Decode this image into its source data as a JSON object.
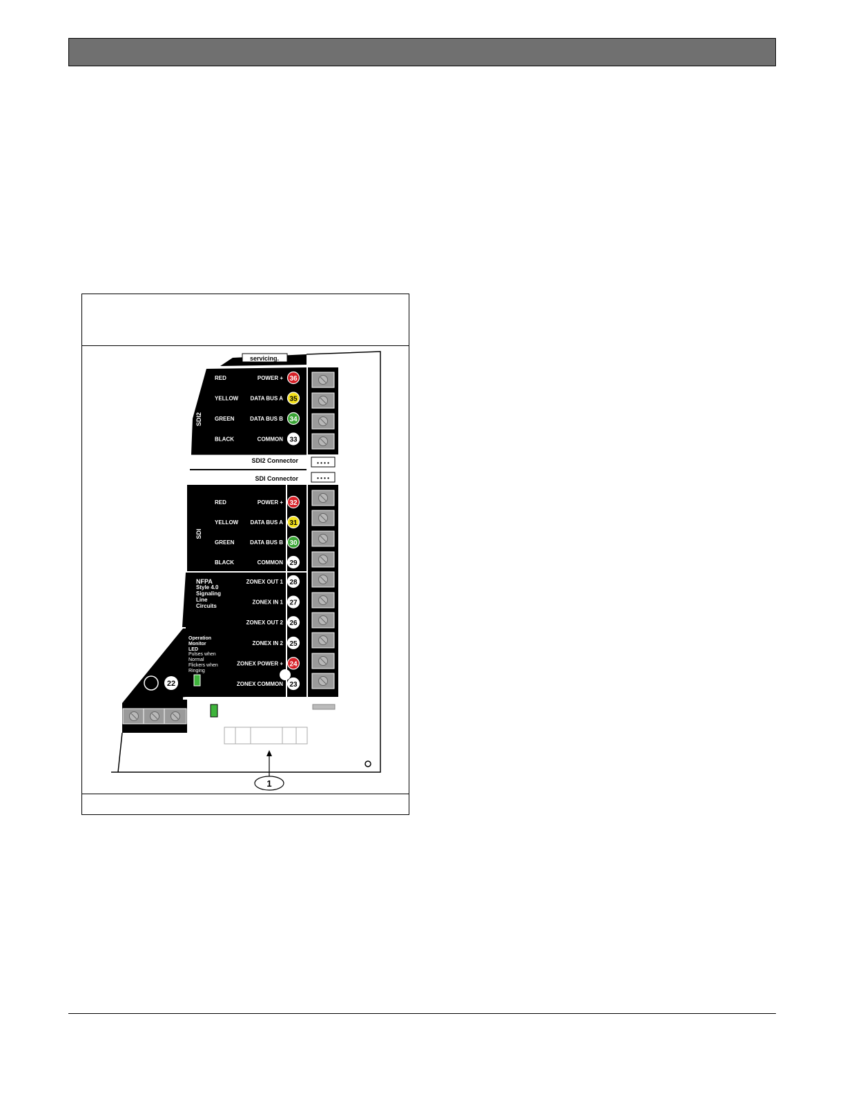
{
  "warning_strip": "servicing.",
  "sdi2": {
    "label": "SDI2",
    "rows": [
      {
        "wire": "RED",
        "signal": "POWER +",
        "terminal": "36",
        "color": "#d62027"
      },
      {
        "wire": "YELLOW",
        "signal": "DATA BUS A",
        "terminal": "35",
        "color": "#f3e01a"
      },
      {
        "wire": "GREEN",
        "signal": "DATA BUS B",
        "terminal": "34",
        "color": "#3aa535"
      },
      {
        "wire": "BLACK",
        "signal": "COMMON",
        "terminal": "33",
        "color": "#000000"
      }
    ]
  },
  "connectors": {
    "sdi2": "SDI2 Connector",
    "sdi": "SDI Connector",
    "pins": "• • • •"
  },
  "sdi": {
    "label": "SDI",
    "rows": [
      {
        "wire": "RED",
        "signal": "POWER +",
        "terminal": "32",
        "color": "#d62027"
      },
      {
        "wire": "YELLOW",
        "signal": "DATA BUS A",
        "terminal": "31",
        "color": "#f3e01a"
      },
      {
        "wire": "GREEN",
        "signal": "DATA BUS B",
        "terminal": "30",
        "color": "#3aa535"
      },
      {
        "wire": "BLACK",
        "signal": "COMMON",
        "terminal": "29",
        "color": "#000000"
      }
    ]
  },
  "nfpa": {
    "title": "NFPA",
    "lines": [
      "Style 4.0",
      "Signaling",
      "Line",
      "Circuits"
    ],
    "rows": [
      {
        "signal": "ZONEX OUT 1",
        "terminal": "28",
        "color": "#000000"
      },
      {
        "signal": "ZONEX IN 1",
        "terminal": "27",
        "color": "#000000"
      },
      {
        "signal": "ZONEX OUT 2",
        "terminal": "26",
        "color": "#000000"
      },
      {
        "signal": "ZONEX IN 2",
        "terminal": "25",
        "color": "#000000"
      },
      {
        "signal": "ZONEX POWER +",
        "terminal": "24",
        "color": "#d62027"
      },
      {
        "signal": "ZONEX COMMON",
        "terminal": "23",
        "color": "#000000"
      }
    ]
  },
  "operation_led": {
    "title_lines": [
      "Operation",
      "Monitor",
      "LED"
    ],
    "desc_lines": [
      "Pulses when",
      "Normal",
      "Flickers when",
      "Ringing"
    ],
    "led_color": "#3fb43c"
  },
  "terminal_22": "22",
  "callout": "1"
}
